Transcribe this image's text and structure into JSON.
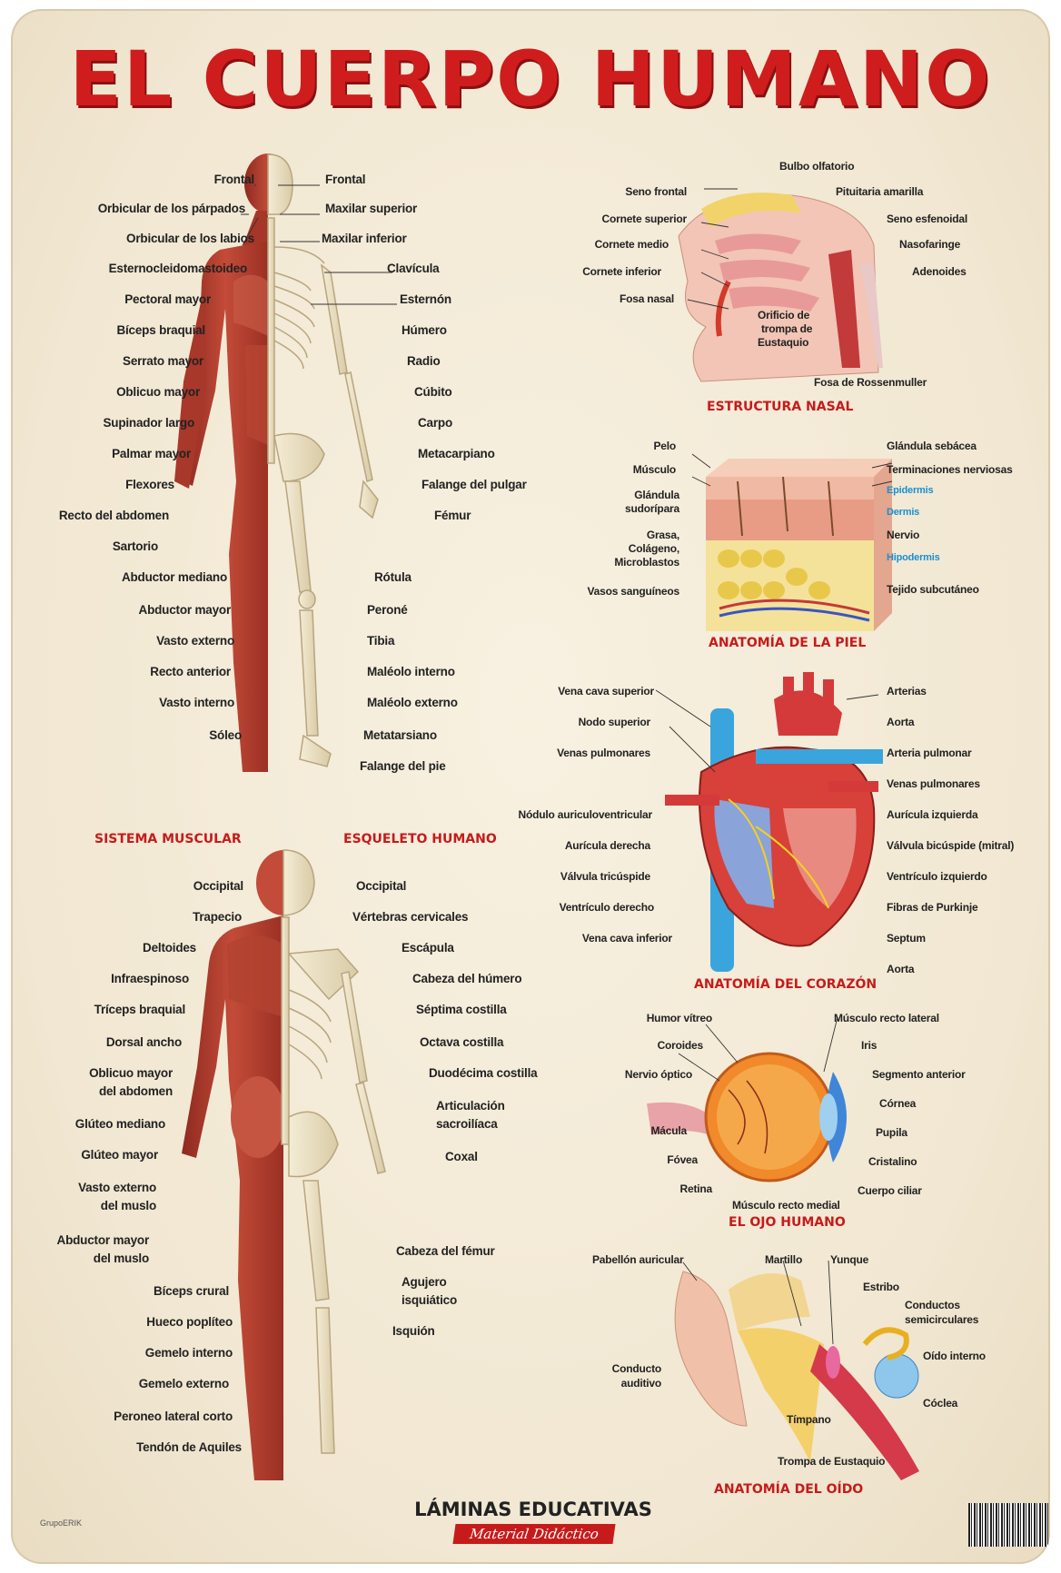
{
  "title": "EL CUERPO HUMANO",
  "muscular_front": {
    "caption": "SISTEMA MUSCULAR",
    "labels": [
      "Frontal",
      "Orbicular de los párpados",
      "Orbicular de los labios",
      "Esternocleidomastoideo",
      "Pectoral mayor",
      "Bíceps braquial",
      "Serrato mayor",
      "Oblicuo mayor",
      "Supinador largo",
      "Palmar mayor",
      "Flexores",
      "Recto del abdomen",
      "Sartorio",
      "Abductor mediano",
      "Abductor mayor",
      "Vasto externo",
      "Recto anterior",
      "Vasto interno",
      "Sóleo"
    ]
  },
  "skeleton_front": {
    "caption": "ESQUELETO HUMANO",
    "labels": [
      "Frontal",
      "Maxilar superior",
      "Maxilar inferior",
      "Clavícula",
      "Esternón",
      "Húmero",
      "Radio",
      "Cúbito",
      "Carpo",
      "Metacarpiano",
      "Falange del pulgar",
      "Fémur",
      "Rótula",
      "Peroné",
      "Tibia",
      "Maléolo interno",
      "Maléolo externo",
      "Metatarsiano",
      "Falange del pie"
    ]
  },
  "muscular_back": {
    "labels": [
      "Occipital",
      "Trapecio",
      "Deltoides",
      "Infraespinoso",
      "Tríceps braquial",
      "Dorsal ancho",
      "Oblicuo mayor",
      "del abdomen",
      "Glúteo mediano",
      "Glúteo mayor",
      "Vasto externo",
      "del muslo",
      "Abductor mayor",
      "del muslo",
      "Bíceps crural",
      "Hueco poplíteo",
      "Gemelo interno",
      "Gemelo externo",
      "Peroneo lateral corto",
      "Tendón de Aquiles"
    ]
  },
  "skeleton_back": {
    "labels": [
      "Occipital",
      "Vértebras cervicales",
      "Escápula",
      "Cabeza del húmero",
      "Séptima costilla",
      "Octava costilla",
      "Duodécima costilla",
      "Articulación",
      "sacroilíaca",
      "Coxal",
      "Cabeza del fémur",
      "Agujero",
      "isquiático",
      "Isquión"
    ]
  },
  "nasal": {
    "caption": "ESTRUCTURA NASAL",
    "labels": [
      "Bulbo olfatorio",
      "Seno frontal",
      "Pituitaria amarilla",
      "Cornete superior",
      "Seno esfenoidal",
      "Cornete medio",
      "Nasofaringe",
      "Cornete inferior",
      "Adenoides",
      "Fosa nasal",
      "Orificio de",
      "trompa de",
      "Eustaquio",
      "Fosa de Rossenmuller"
    ]
  },
  "skin": {
    "caption": "ANATOMÍA DE LA PIEL",
    "labels": [
      "Pelo",
      "Glándula sebácea",
      "Músculo",
      "Terminaciones nerviosas",
      "Glándula",
      "sudorípara",
      "Grasa,",
      "Colágeno,",
      "Microblastos",
      "Nervio",
      "Vasos sanguíneos",
      "Tejido subcutáneo"
    ],
    "layers": [
      "Epidermis",
      "Dermis",
      "Hipodermis"
    ]
  },
  "heart": {
    "caption": "ANATOMÍA DEL CORAZÓN",
    "labels": [
      "Vena cava superior",
      "Arterias",
      "Nodo superior",
      "Aorta",
      "Venas pulmonares",
      "Arteria pulmonar",
      "Venas pulmonares",
      "Nódulo auriculoventricular",
      "Aurícula izquierda",
      "Aurícula derecha",
      "Válvula bicúspide (mitral)",
      "Válvula tricúspide",
      "Ventrículo izquierdo",
      "Ventrículo derecho",
      "Fibras de Purkinje",
      "Vena cava inferior",
      "Septum",
      "Aorta"
    ]
  },
  "eye": {
    "caption": "EL OJO HUMANO",
    "labels": [
      "Humor vítreo",
      "Músculo recto lateral",
      "Coroides",
      "Iris",
      "Nervio óptico",
      "Segmento anterior",
      "Córnea",
      "Mácula",
      "Pupila",
      "Fóvea",
      "Cristalino",
      "Retina",
      "Cuerpo ciliar",
      "Músculo recto medial"
    ]
  },
  "ear": {
    "caption": "ANATOMÍA DEL OÍDO",
    "labels": [
      "Pabellón auricular",
      "Martillo",
      "Yunque",
      "Estribo",
      "Conductos",
      "semicirculares",
      "Oído interno",
      "Conducto",
      "auditivo",
      "Cóclea",
      "Tímpano",
      "Trompa de Eustaquio"
    ]
  },
  "footer": {
    "brand": "LÁMINAS EDUCATIVAS",
    "subtitle": "Material Didáctico",
    "publisher": "GrupoERIK"
  },
  "colors": {
    "title_red": "#cf1d1d",
    "caption_red": "#c61b1b",
    "muscle": "#b63a2c",
    "bone": "#e8ddc0",
    "background": "#f3ead6",
    "layer_blue": "#1a8fd0"
  }
}
